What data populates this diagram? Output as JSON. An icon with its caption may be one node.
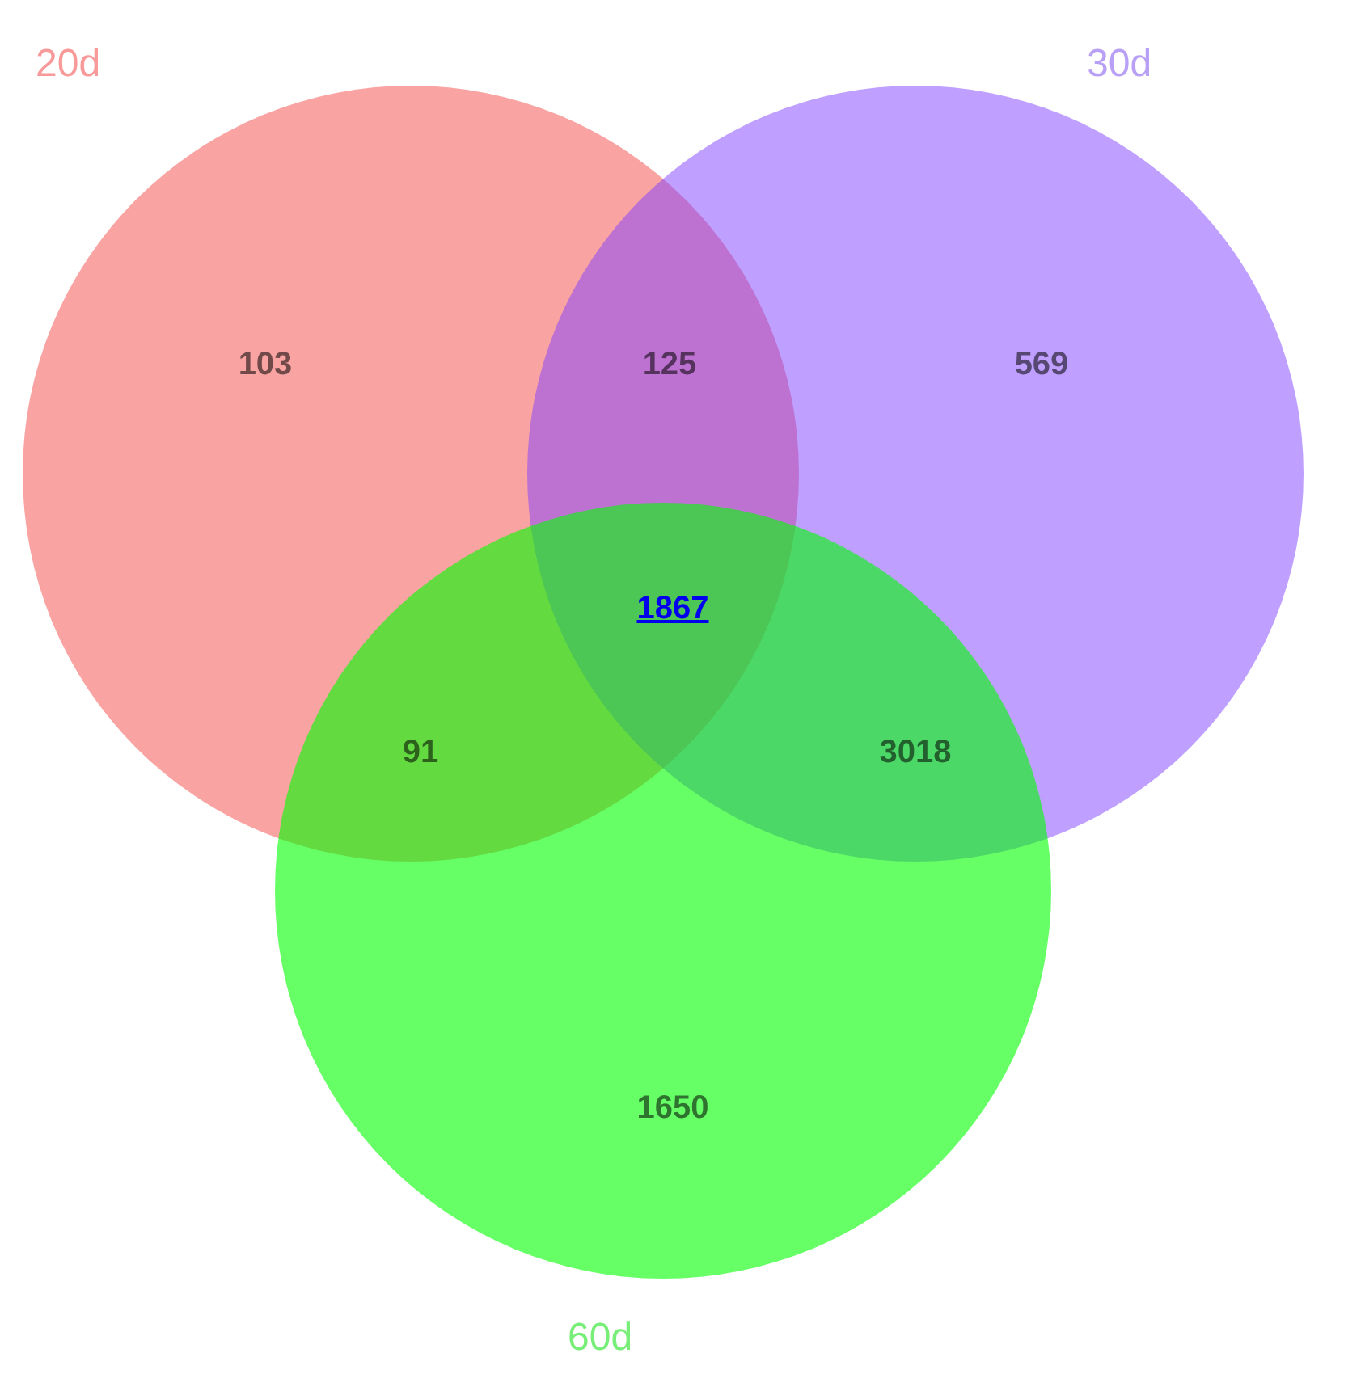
{
  "diagram": {
    "nodes": [
      {
        "text": [
          "20d"
        ]
      },
      {
        "text": [
          "30d"
        ]
      },
      {
        "text": [
          "60d"
        ]
      }
    ],
    "edges": [],
    "labels": [
      "103",
      "125",
      "569",
      "1867",
      "91",
      "3018",
      "1650"
    ]
  }
}
